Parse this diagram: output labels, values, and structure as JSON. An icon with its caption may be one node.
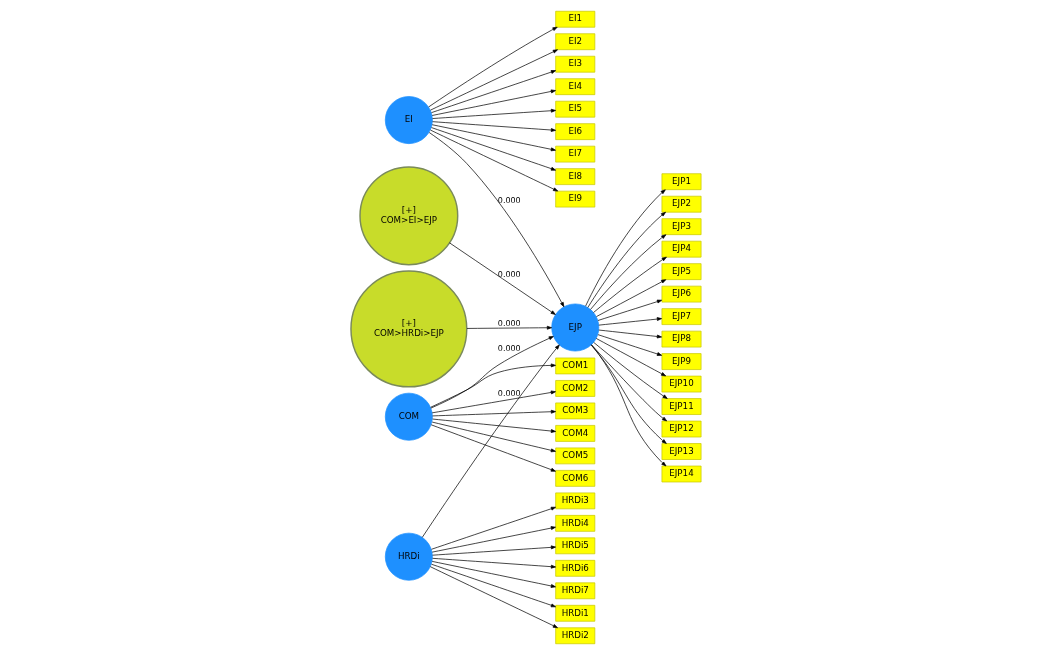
{
  "diagram": {
    "nodes": [
      {
        "text": [
          "EI1"
        ]
      },
      {
        "text": [
          "EI2"
        ]
      },
      {
        "text": [
          "EI3"
        ]
      },
      {
        "text": [
          "EI4"
        ]
      },
      {
        "text": [
          "EI5"
        ]
      },
      {
        "text": [
          "EI6"
        ]
      },
      {
        "text": [
          "EI7"
        ]
      },
      {
        "text": [
          "EI8"
        ]
      },
      {
        "text": [
          "EI9"
        ]
      },
      {
        "text": [
          "EI"
        ]
      },
      {
        "text": [
          "COM1"
        ]
      },
      {
        "text": [
          "COM2"
        ]
      },
      {
        "text": [
          "COM3"
        ]
      },
      {
        "text": [
          "COM4"
        ]
      },
      {
        "text": [
          "COM5"
        ]
      },
      {
        "text": [
          "COM6"
        ]
      },
      {
        "text": [
          "COM"
        ]
      },
      {
        "text": [
          "[+]",
          "COM>EI>EJP"
        ]
      },
      {
        "text": [
          "EJP"
        ]
      },
      {
        "text": [
          "EJP1"
        ]
      },
      {
        "text": [
          "EJP2"
        ]
      },
      {
        "text": [
          "EJP3"
        ]
      },
      {
        "text": [
          "EJP4"
        ]
      },
      {
        "text": [
          "EJP5"
        ]
      },
      {
        "text": [
          "EJP6"
        ]
      },
      {
        "text": [
          "EJP7"
        ]
      },
      {
        "text": [
          "EJP8"
        ]
      },
      {
        "text": [
          "EJP9"
        ]
      },
      {
        "text": [
          "EJP10"
        ]
      },
      {
        "text": [
          "EJP11"
        ]
      },
      {
        "text": [
          "EJP12"
        ]
      },
      {
        "text": [
          "EJP13"
        ]
      },
      {
        "text": [
          "EJP14"
        ]
      },
      {
        "text": [
          "[+]",
          "COM>HRDi>EJP"
        ]
      },
      {
        "text": [
          "HRDi"
        ]
      },
      {
        "text": [
          "HRDi1"
        ]
      },
      {
        "text": [
          "HRDi2"
        ]
      },
      {
        "text": [
          "HRDi3"
        ]
      },
      {
        "text": [
          "HRDi4"
        ]
      },
      {
        "text": [
          "HRDi5"
        ]
      },
      {
        "text": [
          "HRDi6"
        ]
      },
      {
        "text": [
          "HRDi7"
        ]
      }
    ],
    "edges": [
      {
        "from": 9,
        "to": 0,
        "arrow": "to"
      },
      {
        "from": 9,
        "to": 1,
        "arrow": "to"
      },
      {
        "from": 9,
        "to": 2,
        "arrow": "to"
      },
      {
        "from": 9,
        "to": 3,
        "arrow": "to"
      },
      {
        "from": 9,
        "to": 4,
        "arrow": "to"
      },
      {
        "from": 9,
        "to": 5,
        "arrow": "to"
      },
      {
        "from": 9,
        "to": 6,
        "arrow": "to"
      },
      {
        "from": 9,
        "to": 7,
        "arrow": "to"
      },
      {
        "from": 9,
        "to": 8,
        "arrow": "to"
      },
      {
        "from": 16,
        "to": 10,
        "arrow": "to"
      },
      {
        "from": 16,
        "to": 11,
        "arrow": "to"
      },
      {
        "from": 16,
        "to": 12,
        "arrow": "to"
      },
      {
        "from": 16,
        "to": 13,
        "arrow": "to"
      },
      {
        "from": 16,
        "to": 14,
        "arrow": "to"
      },
      {
        "from": 16,
        "to": 15,
        "arrow": "to"
      },
      {
        "from": 9,
        "to": 18,
        "arrow": "to",
        "label": "0.000"
      },
      {
        "from": 17,
        "to": 18,
        "arrow": "to",
        "label": "0.000"
      },
      {
        "from": 16,
        "to": 18,
        "arrow": "to",
        "label": "0.000"
      },
      {
        "from": 34,
        "to": 18,
        "arrow": "to",
        "label": "0.000"
      },
      {
        "from": 33,
        "to": 18,
        "arrow": "to",
        "label": "0.000"
      },
      {
        "from": 18,
        "to": 19,
        "arrow": "to"
      },
      {
        "from": 18,
        "to": 20,
        "arrow": "to"
      },
      {
        "from": 18,
        "to": 21,
        "arrow": "to"
      },
      {
        "from": 18,
        "to": 22,
        "arrow": "to"
      },
      {
        "from": 18,
        "to": 23,
        "arrow": "to"
      },
      {
        "from": 18,
        "to": 24,
        "arrow": "to"
      },
      {
        "from": 18,
        "to": 25,
        "arrow": "to"
      },
      {
        "from": 18,
        "to": 26,
        "arrow": "to"
      },
      {
        "from": 18,
        "to": 27,
        "arrow": "to"
      },
      {
        "from": 18,
        "to": 28,
        "arrow": "to"
      },
      {
        "from": 18,
        "to": 29,
        "arrow": "to"
      },
      {
        "from": 18,
        "to": 30,
        "arrow": "to"
      },
      {
        "from": 18,
        "to": 31,
        "arrow": "to"
      },
      {
        "from": 18,
        "to": 32,
        "arrow": "to"
      },
      {
        "from": 34,
        "to": 35,
        "arrow": "to"
      },
      {
        "from": 34,
        "to": 36,
        "arrow": "to"
      },
      {
        "from": 34,
        "to": 37,
        "arrow": "to"
      },
      {
        "from": 34,
        "to": 38,
        "arrow": "to"
      },
      {
        "from": 34,
        "to": 39,
        "arrow": "to"
      },
      {
        "from": 34,
        "to": 40,
        "arrow": "to"
      },
      {
        "from": 34,
        "to": 41,
        "arrow": "to"
      }
    ]
  }
}
